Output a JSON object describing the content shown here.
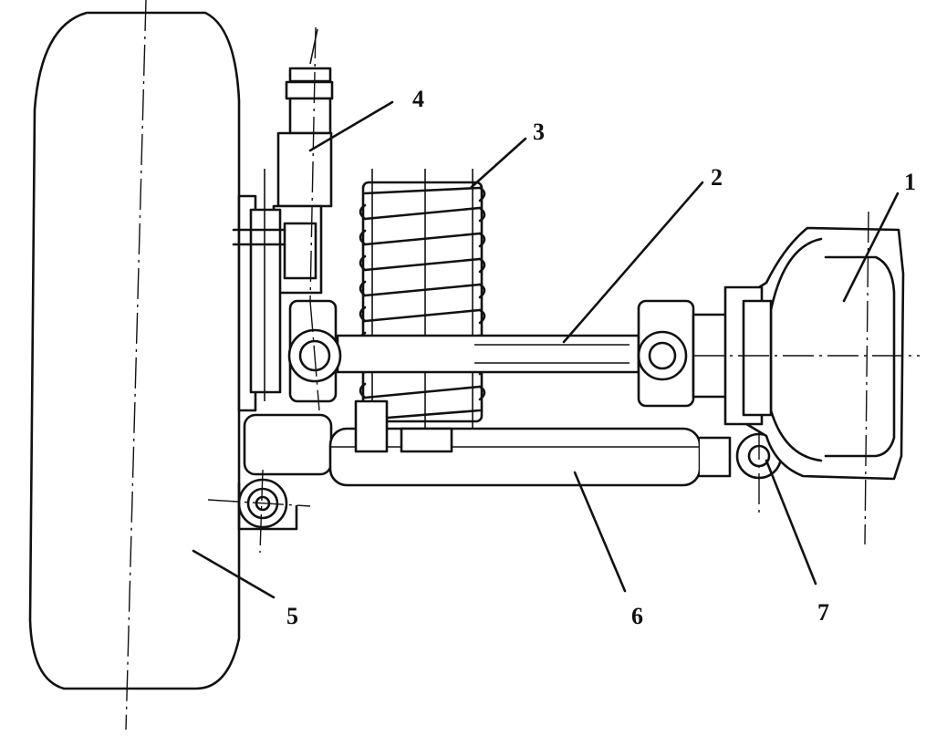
{
  "diagram": {
    "labels": [
      {
        "key": "axle_housing",
        "text": "1"
      },
      {
        "key": "half_shaft",
        "text": "2"
      },
      {
        "key": "coil_spring",
        "text": "3"
      },
      {
        "key": "shock_absorber",
        "text": "4"
      },
      {
        "key": "wheel",
        "text": "5"
      },
      {
        "key": "lower_arm",
        "text": "6"
      },
      {
        "key": "pivot_joint",
        "text": "7"
      }
    ]
  }
}
